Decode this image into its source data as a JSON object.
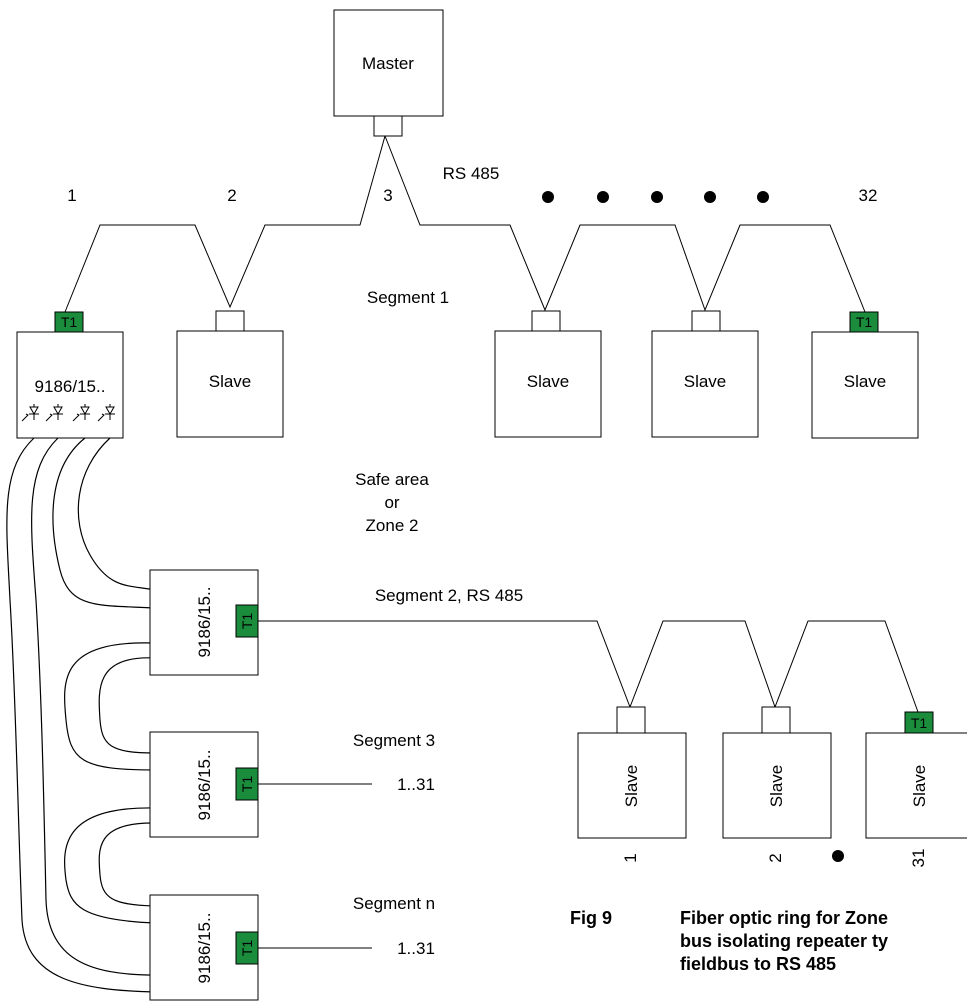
{
  "master": {
    "label": "Master"
  },
  "bus1": {
    "protocol_label": "RS 485",
    "node_numbers": [
      "1",
      "2",
      "3",
      "32"
    ],
    "segment_label": "Segment 1"
  },
  "repeater_label": "9186/15..",
  "slave_label": "Slave",
  "terminator_label": "T1",
  "area_label": [
    "Safe area",
    "or",
    "Zone 2"
  ],
  "segment2": {
    "label": "Segment 2, RS 485",
    "slave_numbers": [
      "1",
      "2",
      "31"
    ]
  },
  "segment3": {
    "label": "Segment 3",
    "range": "1..31"
  },
  "segment_n": {
    "label": "Segment n",
    "range": "1..31"
  },
  "caption": {
    "fig": "Fig 9",
    "lines": [
      "Fiber optic ring for Zone",
      "bus isolating repeater ty",
      "fieldbus to RS 485"
    ]
  }
}
